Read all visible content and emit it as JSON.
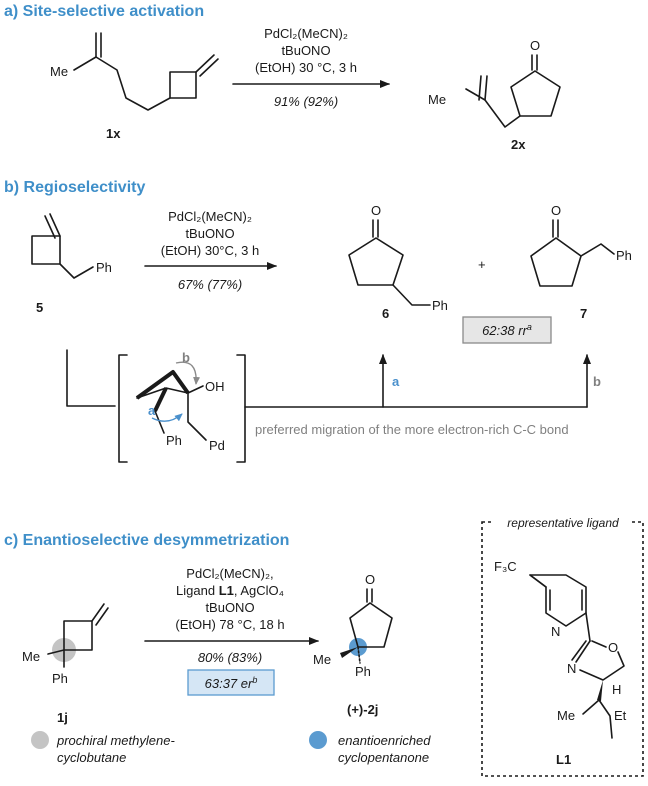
{
  "section_a": {
    "title": "a) Site-selective activation",
    "cond1": "PdCl₂(MeCN)₂",
    "cond2": "tBuONO",
    "cond3": "(EtOH) 30 °C, 3 h",
    "yield": "91% (92%)",
    "sm_label": "1x",
    "prod_label": "2x",
    "me": "Me",
    "o": "O"
  },
  "section_b": {
    "title": "b) Regioselectivity",
    "cond1": "PdCl₂(MeCN)₂",
    "cond2": "tBuONO",
    "cond3": "(EtOH) 30°C, 3 h",
    "yield": "67% (77%)",
    "sm_label": "5",
    "prod6_label": "6",
    "prod7_label": "7",
    "plus": "+",
    "ratio_value": "62:38",
    "ratio_unit": "rr",
    "ratio_sup": "a",
    "path_a": "a",
    "path_b": "b",
    "ph": "Ph",
    "oh": "OH",
    "pd": "Pd",
    "o": "O",
    "note": "preferred migration of the more electron-rich C-C bond"
  },
  "section_c": {
    "title": "c) Enantioselective desymmetrization",
    "cond1": "PdCl₂(MeCN)₂,",
    "cond2_pre": "Ligand ",
    "cond2_bold": "L1",
    "cond2_post": ", AgClO₄",
    "cond3": "tBuONO",
    "cond4": "(EtOH) 78 °C, 18 h",
    "yield": "80% (83%)",
    "er_value": "63:37",
    "er_unit": "er",
    "er_sup": "b",
    "sm_label": "1j",
    "prod_label": "(+)-2j",
    "me": "Me",
    "ph": "Ph",
    "o": "O"
  },
  "ligand_box": {
    "title": "representative ligand",
    "cf3": "F₃C",
    "n_py": "N",
    "n_ox": "N",
    "o_ox": "O",
    "h": "H",
    "me": "Me",
    "et": "Et",
    "label": "L1"
  },
  "legend": {
    "grey_line1": "prochiral methylene-",
    "grey_line2": "cyclobutane",
    "blue_line1": "enantioenriched",
    "blue_line2": "cyclopentanone"
  },
  "colors": {
    "accent_blue": "#3f8fc9",
    "dot_grey": "#c4c4c4",
    "dot_blue": "#5b9bd0",
    "box_grey_fill": "#e6e6e6",
    "box_blue_fill": "#d5e6f5",
    "note_grey": "#808080"
  }
}
